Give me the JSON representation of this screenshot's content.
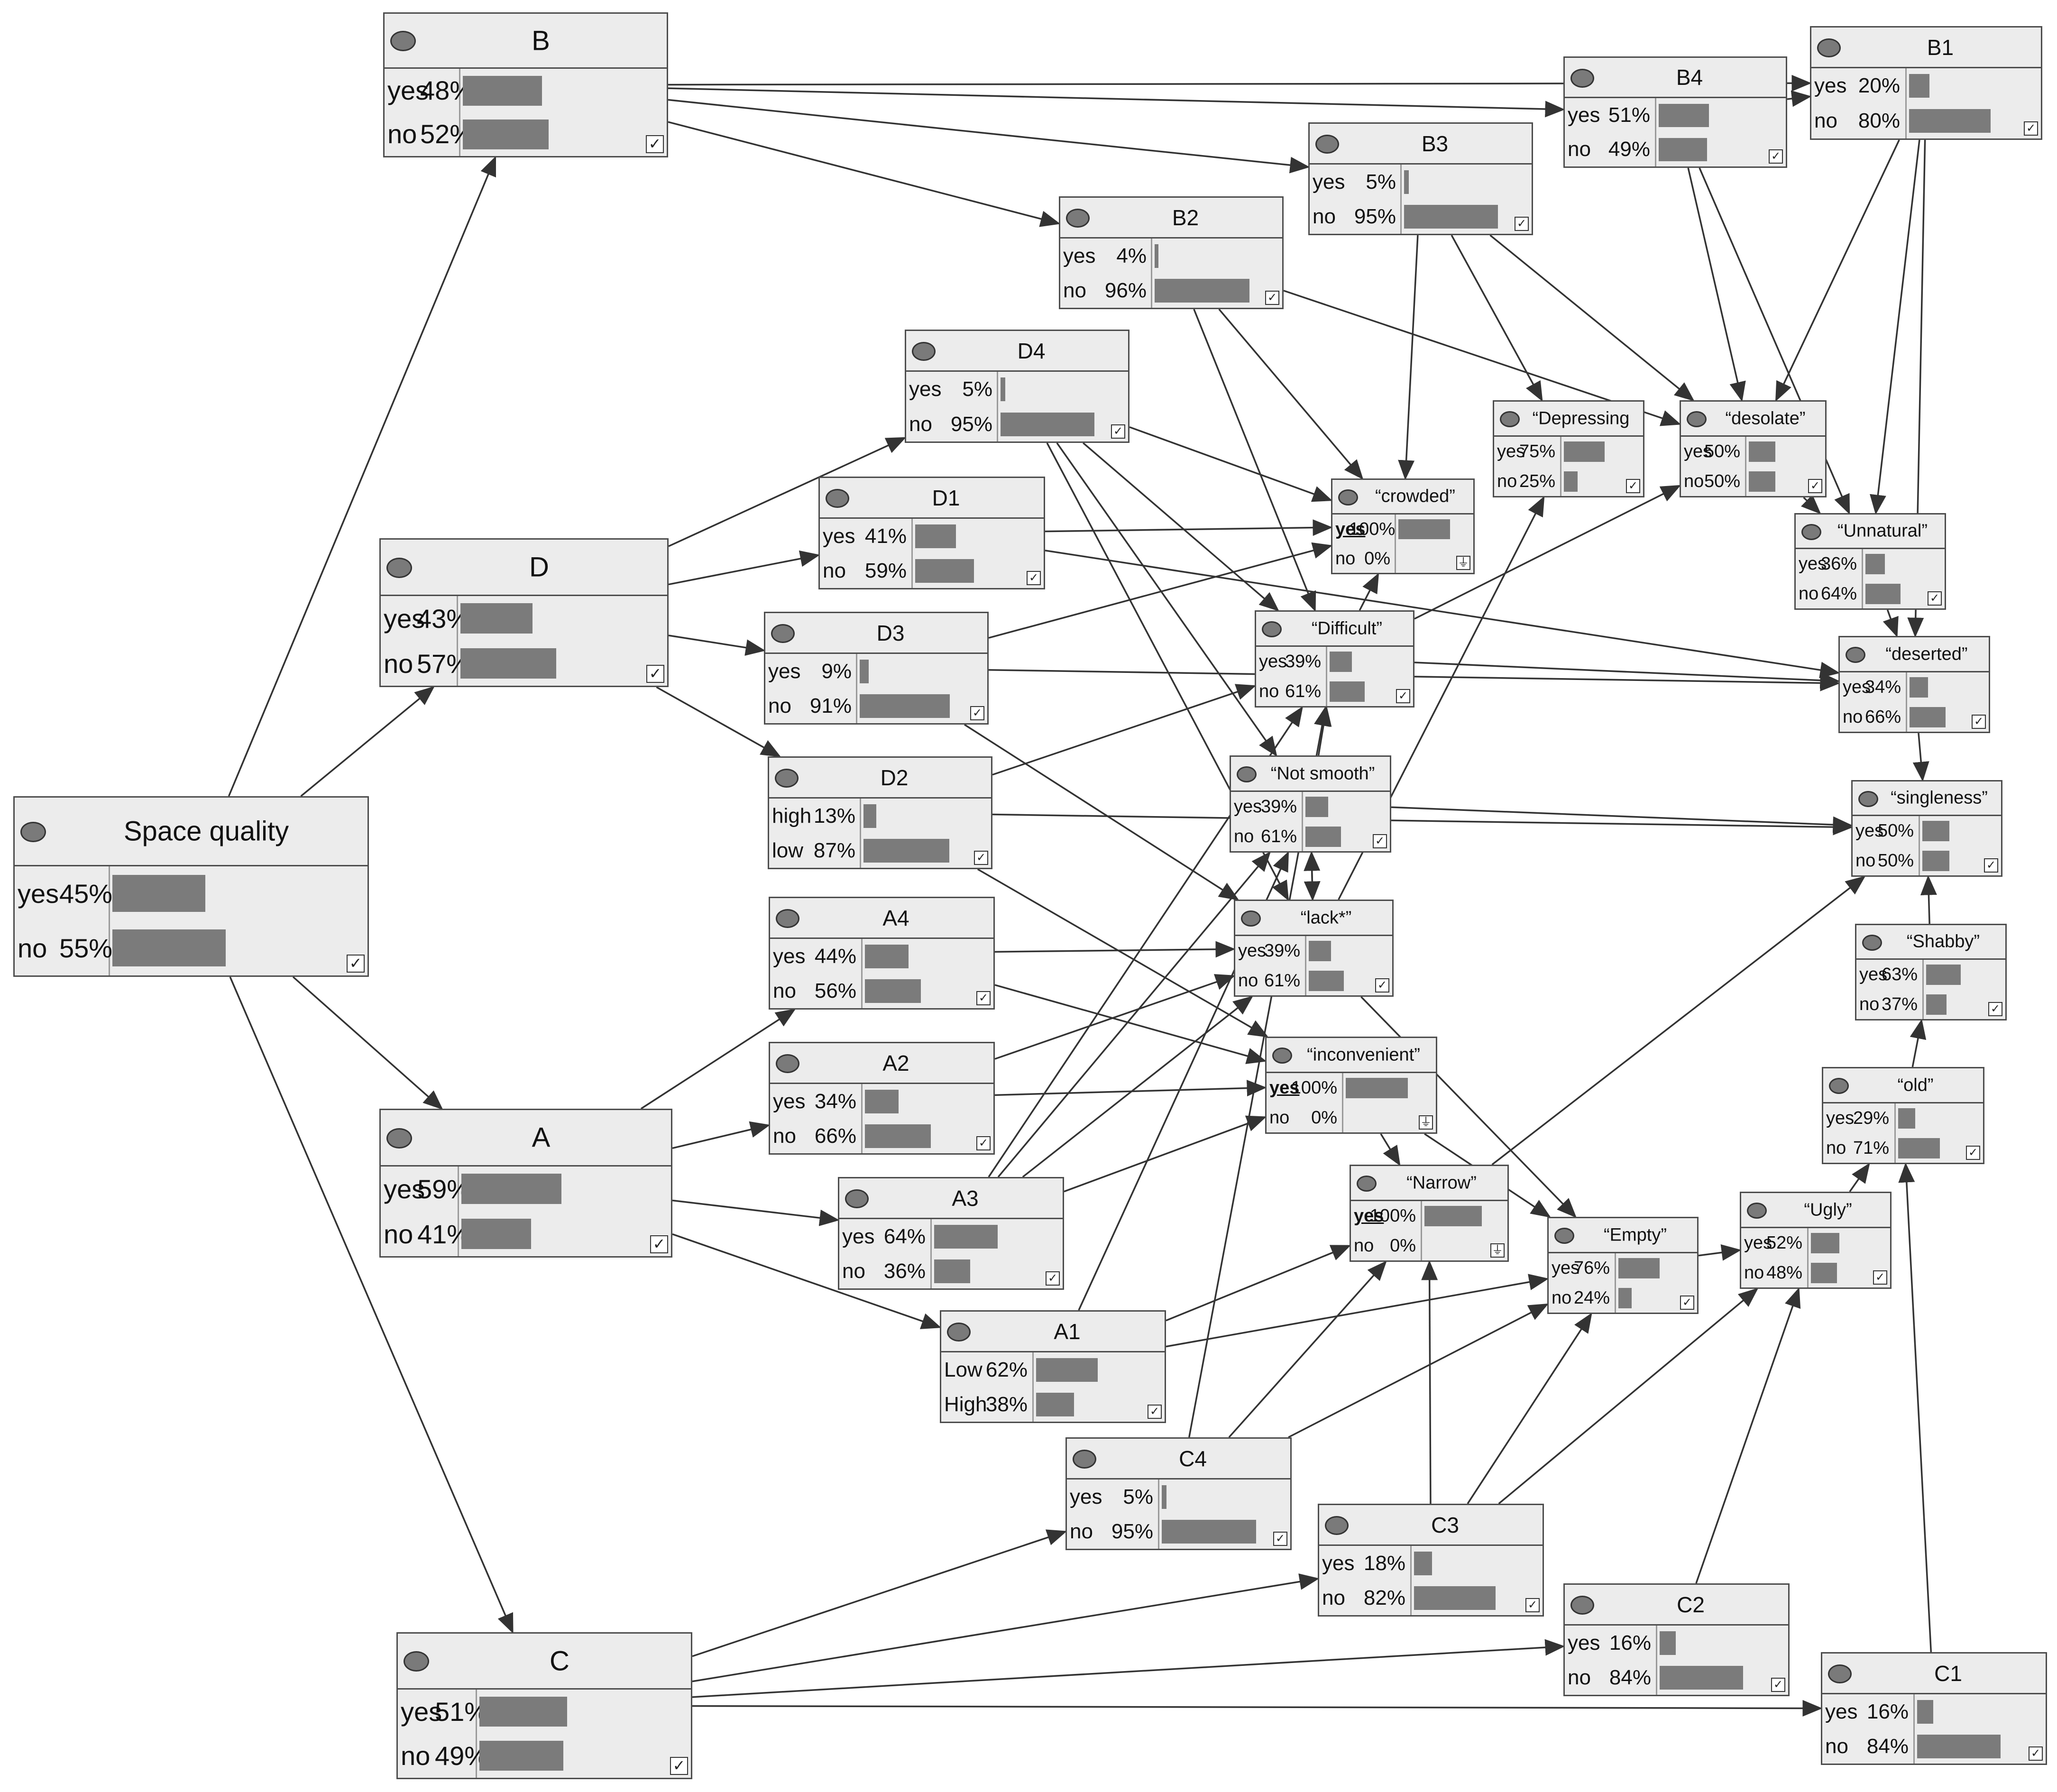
{
  "nodes": [
    {
      "id": "space_quality",
      "title": "Space quality",
      "states": [
        {
          "label": "yes",
          "pct": "45%",
          "value": 45
        },
        {
          "label": "no",
          "pct": "55%",
          "value": 55
        }
      ]
    },
    {
      "id": "B",
      "title": "B",
      "states": [
        {
          "label": "yes",
          "pct": "48%",
          "value": 48
        },
        {
          "label": "no",
          "pct": "52%",
          "value": 52
        }
      ]
    },
    {
      "id": "D",
      "title": "D",
      "states": [
        {
          "label": "yes",
          "pct": "43%",
          "value": 43
        },
        {
          "label": "no",
          "pct": "57%",
          "value": 57
        }
      ]
    },
    {
      "id": "A",
      "title": "A",
      "states": [
        {
          "label": "yes",
          "pct": "59%",
          "value": 59
        },
        {
          "label": "no",
          "pct": "41%",
          "value": 41
        }
      ]
    },
    {
      "id": "C",
      "title": "C",
      "states": [
        {
          "label": "yes",
          "pct": "51%",
          "value": 51
        },
        {
          "label": "no",
          "pct": "49%",
          "value": 49
        }
      ]
    },
    {
      "id": "B4",
      "title": "B4",
      "states": [
        {
          "label": "yes",
          "pct": "51%",
          "value": 51
        },
        {
          "label": "no",
          "pct": "49%",
          "value": 49
        }
      ]
    },
    {
      "id": "B1",
      "title": "B1",
      "states": [
        {
          "label": "yes",
          "pct": "20%",
          "value": 20
        },
        {
          "label": "no",
          "pct": "80%",
          "value": 80
        }
      ]
    },
    {
      "id": "B3",
      "title": "B3",
      "states": [
        {
          "label": "yes",
          "pct": "5%",
          "value": 5
        },
        {
          "label": "no",
          "pct": "95%",
          "value": 95
        }
      ]
    },
    {
      "id": "B2",
      "title": "B2",
      "states": [
        {
          "label": "yes",
          "pct": "4%",
          "value": 4
        },
        {
          "label": "no",
          "pct": "96%",
          "value": 96
        }
      ]
    },
    {
      "id": "D4",
      "title": "D4",
      "states": [
        {
          "label": "yes",
          "pct": "5%",
          "value": 5
        },
        {
          "label": "no",
          "pct": "95%",
          "value": 95
        }
      ]
    },
    {
      "id": "D1",
      "title": "D1",
      "states": [
        {
          "label": "yes",
          "pct": "41%",
          "value": 41
        },
        {
          "label": "no",
          "pct": "59%",
          "value": 59
        }
      ]
    },
    {
      "id": "D3",
      "title": "D3",
      "states": [
        {
          "label": "yes",
          "pct": "9%",
          "value": 9
        },
        {
          "label": "no",
          "pct": "91%",
          "value": 91
        }
      ]
    },
    {
      "id": "D2",
      "title": "D2",
      "states": [
        {
          "label": "high",
          "pct": "13%",
          "value": 13
        },
        {
          "label": "low",
          "pct": "87%",
          "value": 87
        }
      ]
    },
    {
      "id": "A4",
      "title": "A4",
      "states": [
        {
          "label": "yes",
          "pct": "44%",
          "value": 44
        },
        {
          "label": "no",
          "pct": "56%",
          "value": 56
        }
      ]
    },
    {
      "id": "A2",
      "title": "A2",
      "states": [
        {
          "label": "yes",
          "pct": "34%",
          "value": 34
        },
        {
          "label": "no",
          "pct": "66%",
          "value": 66
        }
      ]
    },
    {
      "id": "A3",
      "title": "A3",
      "states": [
        {
          "label": "yes",
          "pct": "64%",
          "value": 64
        },
        {
          "label": "no",
          "pct": "36%",
          "value": 36
        }
      ]
    },
    {
      "id": "A1",
      "title": "A1",
      "states": [
        {
          "label": "Low",
          "pct": "62%",
          "value": 62
        },
        {
          "label": "High",
          "pct": "38%",
          "value": 38
        }
      ]
    },
    {
      "id": "C4",
      "title": "C4",
      "states": [
        {
          "label": "yes",
          "pct": "5%",
          "value": 5
        },
        {
          "label": "no",
          "pct": "95%",
          "value": 95
        }
      ]
    },
    {
      "id": "C3",
      "title": "C3",
      "states": [
        {
          "label": "yes",
          "pct": "18%",
          "value": 18
        },
        {
          "label": "no",
          "pct": "82%",
          "value": 82
        }
      ]
    },
    {
      "id": "C2",
      "title": "C2",
      "states": [
        {
          "label": "yes",
          "pct": "16%",
          "value": 16
        },
        {
          "label": "no",
          "pct": "84%",
          "value": 84
        }
      ]
    },
    {
      "id": "C1",
      "title": "C1",
      "states": [
        {
          "label": "yes",
          "pct": "16%",
          "value": 16
        },
        {
          "label": "no",
          "pct": "84%",
          "value": 84
        }
      ]
    },
    {
      "id": "crowded",
      "title": "“crowded”",
      "evidence": true,
      "states": [
        {
          "label": "yes",
          "pct": "100%",
          "value": 100
        },
        {
          "label": "no",
          "pct": "0%",
          "value": 0
        }
      ]
    },
    {
      "id": "depressing",
      "title": "“Depressing",
      "states": [
        {
          "label": "yes",
          "pct": "75%",
          "value": 75
        },
        {
          "label": "no",
          "pct": "25%",
          "value": 25
        }
      ]
    },
    {
      "id": "desolate",
      "title": "“desolate”",
      "states": [
        {
          "label": "yes",
          "pct": "50%",
          "value": 50
        },
        {
          "label": "no",
          "pct": "50%",
          "value": 50
        }
      ]
    },
    {
      "id": "unnatural",
      "title": "“Unnatural”",
      "states": [
        {
          "label": "yes",
          "pct": "36%",
          "value": 36
        },
        {
          "label": "no",
          "pct": "64%",
          "value": 64
        }
      ]
    },
    {
      "id": "deserted",
      "title": "“deserted”",
      "states": [
        {
          "label": "yes",
          "pct": "34%",
          "value": 34
        },
        {
          "label": "no",
          "pct": "66%",
          "value": 66
        }
      ]
    },
    {
      "id": "difficult",
      "title": "“Difficult”",
      "states": [
        {
          "label": "yes",
          "pct": "39%",
          "value": 39
        },
        {
          "label": "no",
          "pct": "61%",
          "value": 61
        }
      ]
    },
    {
      "id": "not_smooth",
      "title": "“Not smooth”",
      "states": [
        {
          "label": "yes",
          "pct": "39%",
          "value": 39
        },
        {
          "label": "no",
          "pct": "61%",
          "value": 61
        }
      ]
    },
    {
      "id": "singleness",
      "title": "“singleness”",
      "states": [
        {
          "label": "yes",
          "pct": "50%",
          "value": 50
        },
        {
          "label": "no",
          "pct": "50%",
          "value": 50
        }
      ]
    },
    {
      "id": "lack",
      "title": "“lack*”",
      "states": [
        {
          "label": "yes",
          "pct": "39%",
          "value": 39
        },
        {
          "label": "no",
          "pct": "61%",
          "value": 61
        }
      ]
    },
    {
      "id": "shabby",
      "title": "“Shabby”",
      "states": [
        {
          "label": "yes",
          "pct": "63%",
          "value": 63
        },
        {
          "label": "no",
          "pct": "37%",
          "value": 37
        }
      ]
    },
    {
      "id": "inconvenient",
      "title": "“inconvenient”",
      "evidence": true,
      "states": [
        {
          "label": "yes",
          "pct": "100%",
          "value": 100
        },
        {
          "label": "no",
          "pct": "0%",
          "value": 0
        }
      ]
    },
    {
      "id": "old",
      "title": "“old”",
      "states": [
        {
          "label": "yes",
          "pct": "29%",
          "value": 29
        },
        {
          "label": "no",
          "pct": "71%",
          "value": 71
        }
      ]
    },
    {
      "id": "narrow",
      "title": "“Narrow”",
      "evidence": true,
      "states": [
        {
          "label": "yes",
          "pct": "100%",
          "value": 100
        },
        {
          "label": "no",
          "pct": "0%",
          "value": 0
        }
      ]
    },
    {
      "id": "empty",
      "title": "“Empty”",
      "states": [
        {
          "label": "yes",
          "pct": "76%",
          "value": 76
        },
        {
          "label": "no",
          "pct": "24%",
          "value": 24
        }
      ]
    },
    {
      "id": "ugly",
      "title": "“Ugly”",
      "states": [
        {
          "label": "yes",
          "pct": "52%",
          "value": 52
        },
        {
          "label": "no",
          "pct": "48%",
          "value": 48
        }
      ]
    }
  ],
  "edges": [
    [
      "space_quality",
      "B"
    ],
    [
      "space_quality",
      "D"
    ],
    [
      "space_quality",
      "A"
    ],
    [
      "space_quality",
      "C"
    ],
    [
      "B",
      "B4"
    ],
    [
      "B",
      "B1"
    ],
    [
      "B",
      "B3"
    ],
    [
      "B",
      "B2"
    ],
    [
      "D",
      "D4"
    ],
    [
      "D",
      "D1"
    ],
    [
      "D",
      "D3"
    ],
    [
      "D",
      "D2"
    ],
    [
      "A",
      "A4"
    ],
    [
      "A",
      "A2"
    ],
    [
      "A",
      "A3"
    ],
    [
      "A",
      "A1"
    ],
    [
      "C",
      "C4"
    ],
    [
      "C",
      "C3"
    ],
    [
      "C",
      "C2"
    ],
    [
      "C",
      "C1"
    ],
    [
      "B4",
      "B1"
    ],
    [
      "B4",
      "desolate"
    ],
    [
      "B4",
      "unnatural"
    ],
    [
      "B1",
      "desolate"
    ],
    [
      "B1",
      "unnatural"
    ],
    [
      "B1",
      "deserted"
    ],
    [
      "B3",
      "crowded"
    ],
    [
      "B3",
      "depressing"
    ],
    [
      "B3",
      "desolate"
    ],
    [
      "B2",
      "crowded"
    ],
    [
      "B2",
      "difficult"
    ],
    [
      "B2",
      "desolate"
    ],
    [
      "D4",
      "crowded"
    ],
    [
      "D4",
      "difficult"
    ],
    [
      "D4",
      "not_smooth"
    ],
    [
      "D4",
      "lack"
    ],
    [
      "D1",
      "crowded"
    ],
    [
      "D1",
      "deserted"
    ],
    [
      "D3",
      "crowded"
    ],
    [
      "D3",
      "deserted"
    ],
    [
      "D3",
      "lack"
    ],
    [
      "D2",
      "singleness"
    ],
    [
      "D2",
      "difficult"
    ],
    [
      "D2",
      "inconvenient"
    ],
    [
      "A4",
      "lack"
    ],
    [
      "A4",
      "inconvenient"
    ],
    [
      "A2",
      "lack"
    ],
    [
      "A2",
      "inconvenient"
    ],
    [
      "A3",
      "not_smooth"
    ],
    [
      "A3",
      "difficult"
    ],
    [
      "A3",
      "lack"
    ],
    [
      "A3",
      "inconvenient"
    ],
    [
      "A1",
      "narrow"
    ],
    [
      "A1",
      "empty"
    ],
    [
      "A1",
      "not_smooth"
    ],
    [
      "C4",
      "empty"
    ],
    [
      "C4",
      "narrow"
    ],
    [
      "C4",
      "difficult"
    ],
    [
      "C3",
      "narrow"
    ],
    [
      "C3",
      "empty"
    ],
    [
      "C3",
      "ugly"
    ],
    [
      "C2",
      "ugly"
    ],
    [
      "C1",
      "old"
    ],
    [
      "difficult",
      "crowded"
    ],
    [
      "difficult",
      "deserted"
    ],
    [
      "difficult",
      "desolate"
    ],
    [
      "not_smooth",
      "difficult"
    ],
    [
      "not_smooth",
      "singleness"
    ],
    [
      "not_smooth",
      "lack"
    ],
    [
      "lack",
      "depressing"
    ],
    [
      "lack",
      "not_smooth"
    ],
    [
      "lack",
      "empty"
    ],
    [
      "inconvenient",
      "narrow"
    ],
    [
      "inconvenient",
      "empty"
    ],
    [
      "narrow",
      "singleness"
    ],
    [
      "empty",
      "ugly"
    ],
    [
      "ugly",
      "old"
    ],
    [
      "old",
      "shabby"
    ],
    [
      "shabby",
      "singleness"
    ],
    [
      "desolate",
      "unnatural"
    ],
    [
      "unnatural",
      "deserted"
    ],
    [
      "deserted",
      "singleness"
    ]
  ]
}
